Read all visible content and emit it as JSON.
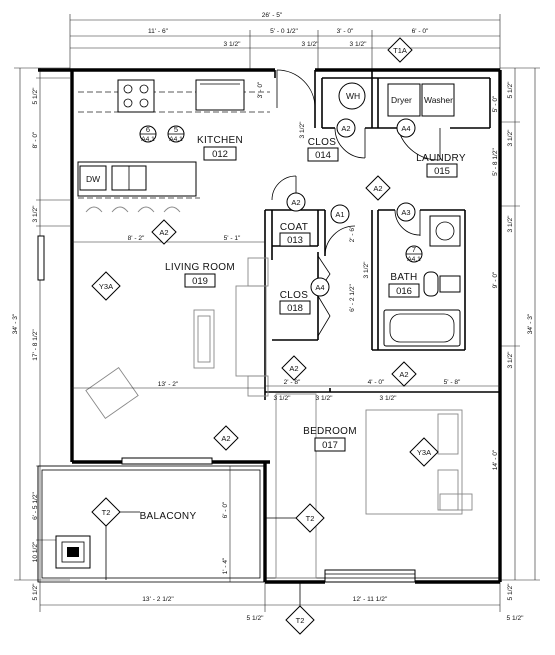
{
  "rooms": {
    "kitchen": {
      "name": "KITCHEN",
      "number": "012"
    },
    "clos14": {
      "name": "CLOS",
      "number": "014"
    },
    "laundry": {
      "name": "LAUNDRY",
      "number": "015"
    },
    "coat": {
      "name": "COAT",
      "number": "013"
    },
    "living": {
      "name": "LIVING ROOM",
      "number": "019"
    },
    "clos18": {
      "name": "CLOS",
      "number": "018"
    },
    "bath": {
      "name": "BATH",
      "number": "016"
    },
    "bedroom": {
      "name": "BEDROOM",
      "number": "017"
    },
    "balcony": {
      "name": "BALACONY"
    }
  },
  "fixtures": {
    "wh": "WH",
    "dryer": "Dryer",
    "washer": "Washer",
    "dw": "DW"
  },
  "tags": {
    "t1a": "T1A",
    "a2": "A2",
    "a1": "A1",
    "a3": "A3",
    "a4": "A4",
    "y3a": "Y3A",
    "t2": "T2",
    "sec6": "6",
    "sec5": "5",
    "sec7": "7",
    "sheet41": "A4.1"
  },
  "dimensions": {
    "overall_width": "26' - 5\"",
    "top_11_6": "11' - 6\"",
    "top_5_0_half": "5' - 0 1/2\"",
    "top_3_0": "3' - 0\"",
    "top_6_0": "6' - 0\"",
    "top_3_half_a": "3 1/2\"",
    "top_3_half_b": "3 1/2\"",
    "top_3_half_c": "3 1/2\"",
    "kitchen_3_0": "3' - 0\"",
    "clos_3_half": "3 1/2\"",
    "living_8_2": "8' - 2\"",
    "living_5_1": "5' - 1\"",
    "living_13_2": "13' - 2\"",
    "coat_2_6": "2' - 6\"",
    "clos_6_2_half": "6' - 2 1/2\"",
    "bath_3_half": "3 1/2\"",
    "bed_2_8": "2' - 8\"",
    "bed_4_0": "4' - 0\"",
    "bed_5_8": "5' - 8\"",
    "bed_3_half_a": "3 1/2\"",
    "bed_3_half_b": "3 1/2\"",
    "bed_3_half_c": "3 1/2\"",
    "balc_6_0": "6' - 0\"",
    "balc_1_4": "1' - 4\"",
    "bottom_13_2_half": "13' - 2 1/2\"",
    "bottom_12_11_half": "12' - 11 1/2\"",
    "bottom_5_half_left": "5 1/2\"",
    "bottom_5_half_right": "5 1/2\"",
    "left_overall": "34' - 3\"",
    "left_5_half_top": "5 1/2\"",
    "left_8_0": "8' - 0\"",
    "left_3_half": "3 1/2\"",
    "left_17_8_half": "17' - 8 1/2\"",
    "left_6_5_half": "6' - 5 1/2\"",
    "left_10_half": "10 1/2\"",
    "left_5_half_bottom": "5 1/2\"",
    "right_overall": "34' - 3\"",
    "right_5_half_top": "5 1/2\"",
    "right_5_0": "5' - 0\"",
    "right_3_half_a": "3 1/2\"",
    "right_5_8_half": "5' - 8 1/2\"",
    "right_3_half_b": "3 1/2\"",
    "right_9_0": "9' - 0\"",
    "right_3_half_c": "3 1/2\"",
    "right_14_0": "14' - 0\"",
    "right_5_half_bottom": "5 1/2\""
  }
}
